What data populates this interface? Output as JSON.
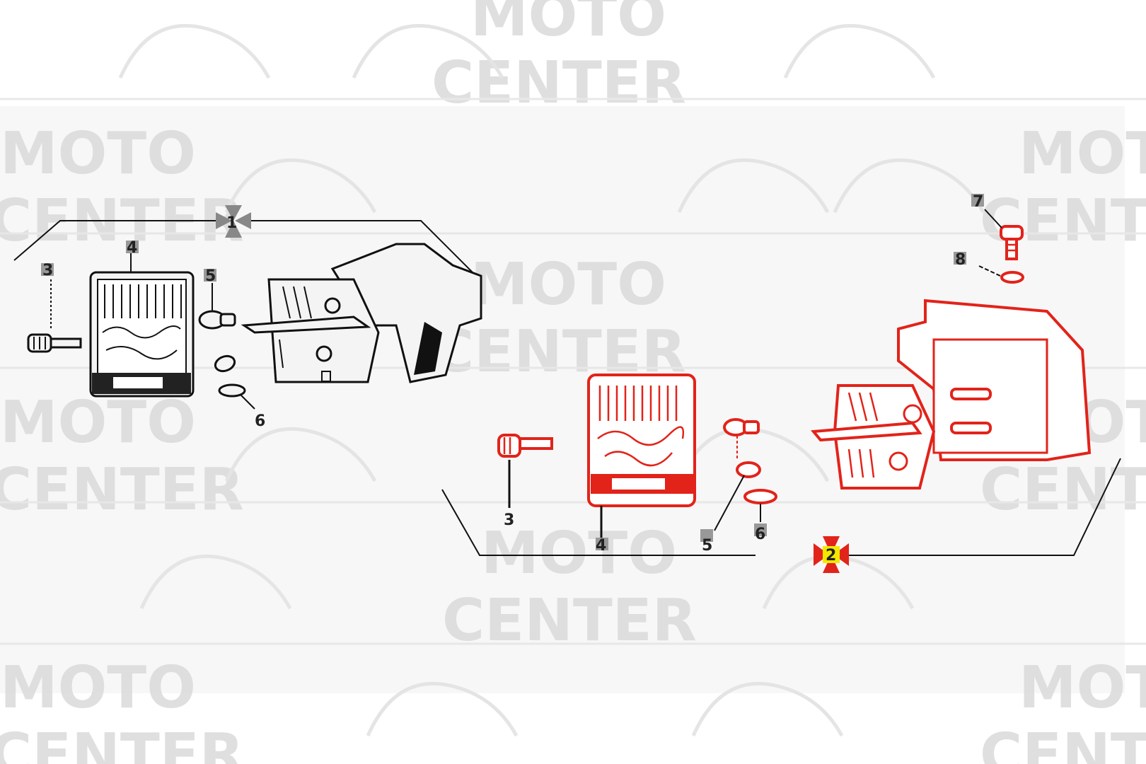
{
  "watermark": {
    "line1": "MOTO",
    "line2": "CENTER"
  },
  "assemblies": [
    {
      "ref": "1",
      "color": "#111111",
      "callouts": [
        "3",
        "4",
        "5",
        "6"
      ]
    },
    {
      "ref": "2",
      "color": "#e2231a",
      "callouts": [
        "3",
        "4",
        "5",
        "6",
        "7",
        "8"
      ]
    }
  ],
  "colors": {
    "highlight": "#e2231a",
    "marker_yellow": "#f4e800",
    "watermark": "#dcdcdc"
  }
}
